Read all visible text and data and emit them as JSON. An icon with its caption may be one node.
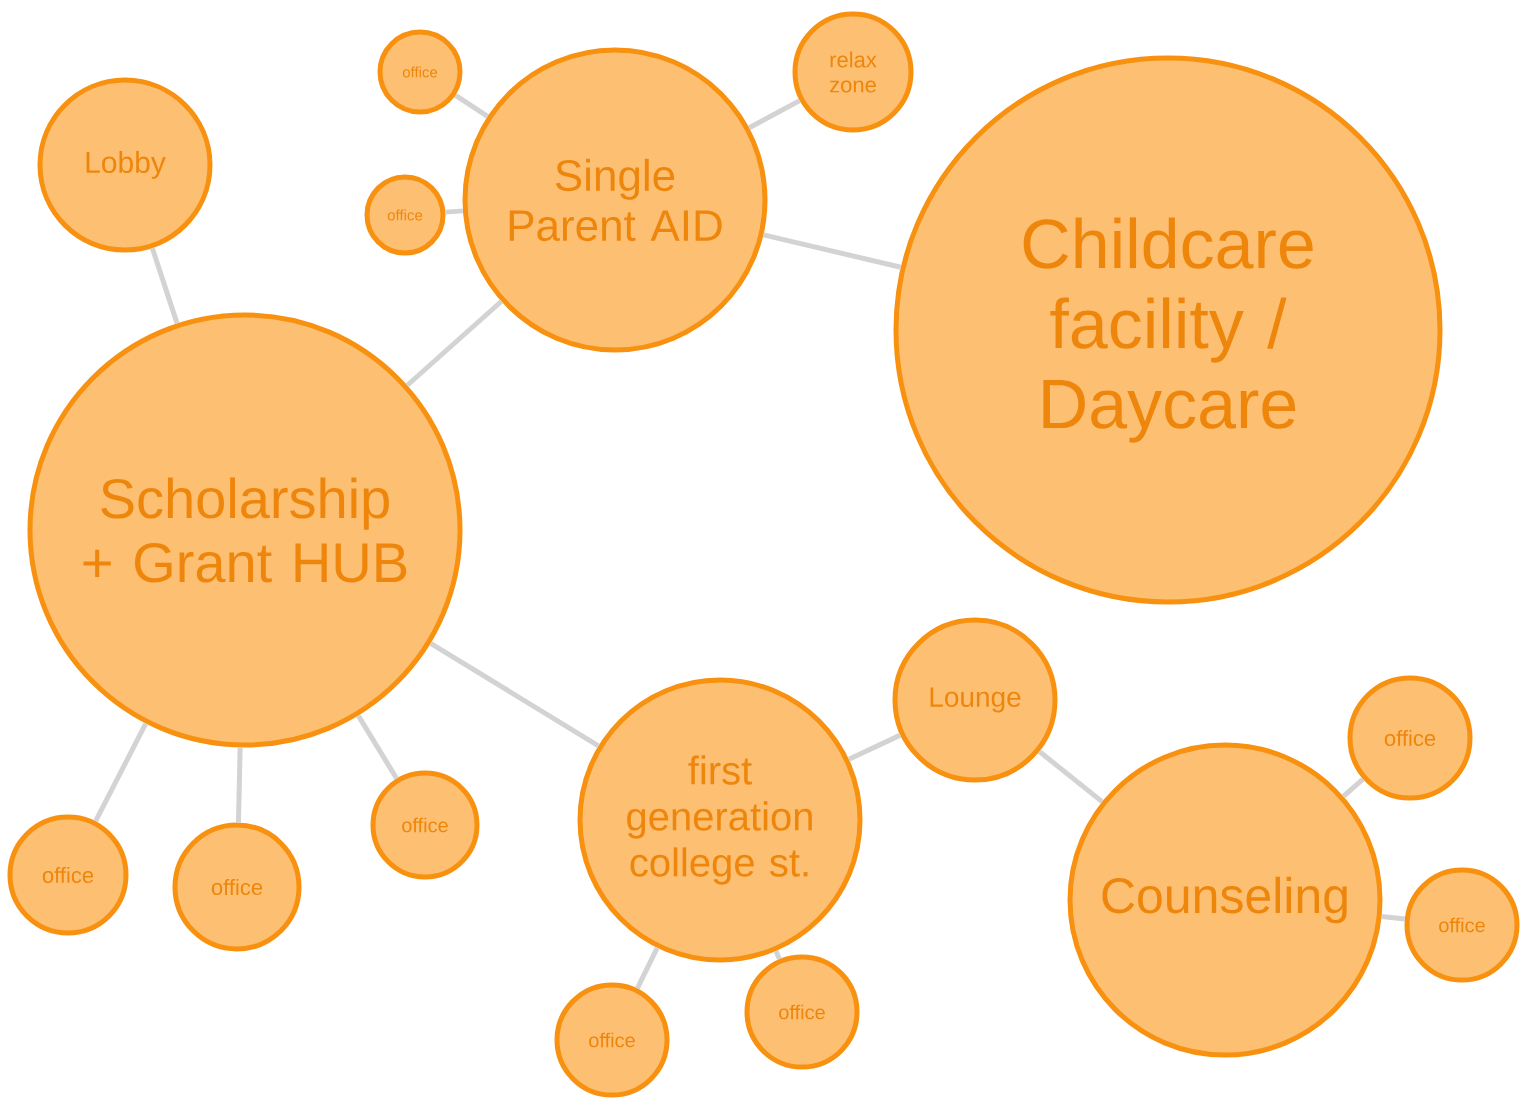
{
  "diagram": {
    "nodes": [
      {
        "text": [
          "Lobby"
        ]
      },
      {
        "text": [
          "office"
        ]
      },
      {
        "text": [
          "office"
        ]
      },
      {
        "text": [
          "Single Parent AID"
        ]
      },
      {
        "text": [
          "relax zone"
        ]
      },
      {
        "text": [
          "Childcare facility / Daycare"
        ]
      },
      {
        "text": [
          "Scholarship + Grant HUB"
        ]
      },
      {
        "text": [
          "Lounge"
        ]
      },
      {
        "text": [
          "office"
        ]
      },
      {
        "text": [
          "office"
        ]
      },
      {
        "text": [
          "office"
        ]
      },
      {
        "text": [
          "office"
        ]
      },
      {
        "text": [
          "first generation college st."
        ]
      },
      {
        "text": [
          "Counseling"
        ]
      },
      {
        "text": [
          "office"
        ]
      },
      {
        "text": [
          "office"
        ]
      },
      {
        "text": [
          "office"
        ]
      }
    ],
    "edges": [
      {
        "from": 0,
        "to": 6,
        "arrow": "none"
      },
      {
        "from": 1,
        "to": 3,
        "arrow": "none"
      },
      {
        "from": 2,
        "to": 3,
        "arrow": "none"
      },
      {
        "from": 4,
        "to": 3,
        "arrow": "none"
      },
      {
        "from": 3,
        "to": 5,
        "arrow": "none"
      },
      {
        "from": 6,
        "to": 3,
        "arrow": "none"
      },
      {
        "from": 6,
        "to": 9,
        "arrow": "none"
      },
      {
        "from": 6,
        "to": 10,
        "arrow": "none"
      },
      {
        "from": 6,
        "to": 11,
        "arrow": "none"
      },
      {
        "from": 6,
        "to": 12,
        "arrow": "none"
      },
      {
        "from": 12,
        "to": 7,
        "arrow": "none"
      },
      {
        "from": 7,
        "to": 13,
        "arrow": "none"
      },
      {
        "from": 13,
        "to": 8,
        "arrow": "none"
      },
      {
        "from": 13,
        "to": 14,
        "arrow": "none"
      },
      {
        "from": 12,
        "to": 15,
        "arrow": "none"
      },
      {
        "from": 12,
        "to": 16,
        "arrow": "none"
      }
    ]
  }
}
